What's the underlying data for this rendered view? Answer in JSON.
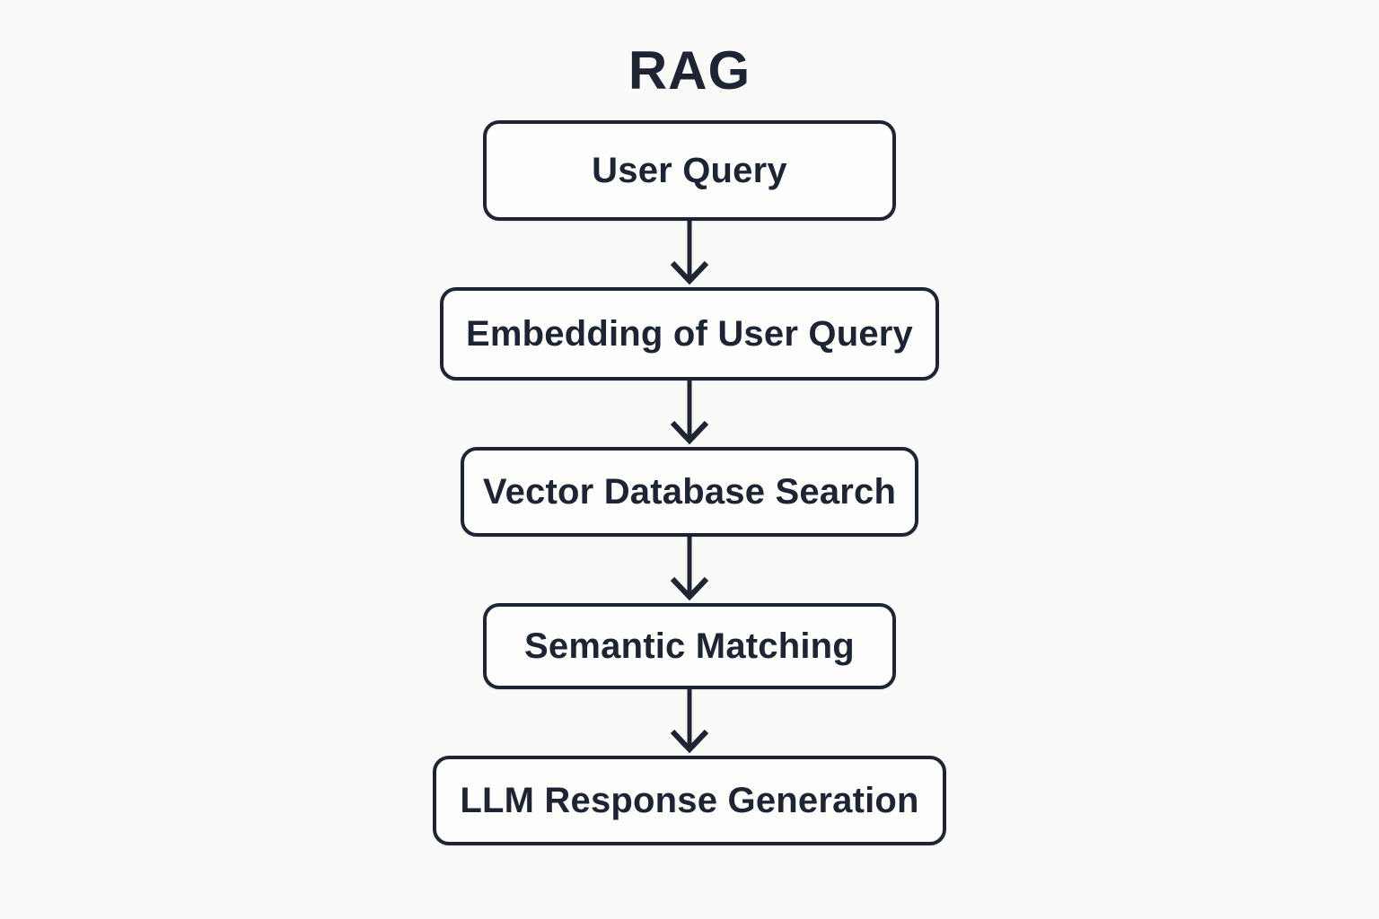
{
  "title": "RAG",
  "colors": {
    "ink": "#1d2534",
    "background": "#fafaf8",
    "box_fill": "#fdfdfc"
  },
  "flow": {
    "nodes": [
      {
        "label": "User Query"
      },
      {
        "label": "Embedding of User Query"
      },
      {
        "label": "Vector Database Search"
      },
      {
        "label": "Semantic Matching"
      },
      {
        "label": "LLM Response Generation"
      }
    ],
    "connector_style": "arrow-down"
  }
}
